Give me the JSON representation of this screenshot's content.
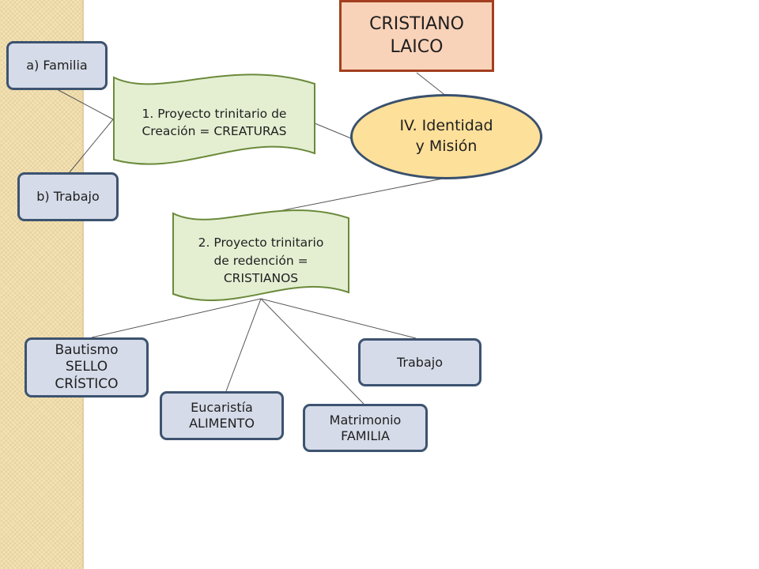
{
  "diagram": {
    "title_box": "CRISTIANO\nLAICO",
    "center_ellipse": "IV. Identidad\ny Misión",
    "banner_creation": "1. Proyecto trinitario de\nCreación = CREATURAS",
    "banner_redemption": "2. Proyecto trinitario\nde redención =\nCRISTIANOS",
    "box_familia": "a)  Familia",
    "box_trabajo_b": "b) Trabajo",
    "box_bautismo": "Bautismo\nSELLO\nCRÍSTICO",
    "box_eucaristia": "Eucaristía\nALIMENTO",
    "box_matrimonio": "Matrimonio\nFAMILIA",
    "box_trabajo": "Trabajo"
  },
  "colors": {
    "side_band": "#f3e2b4",
    "blue_box_fill": "#d5dbe8",
    "blue_box_border": "#3d5370",
    "title_fill": "#f9d3b9",
    "title_border": "#a33f20",
    "ellipse_fill": "#fde09a",
    "banner_fill": "#e4efd2",
    "banner_border": "#6b8a3a",
    "connector": "#555555"
  }
}
